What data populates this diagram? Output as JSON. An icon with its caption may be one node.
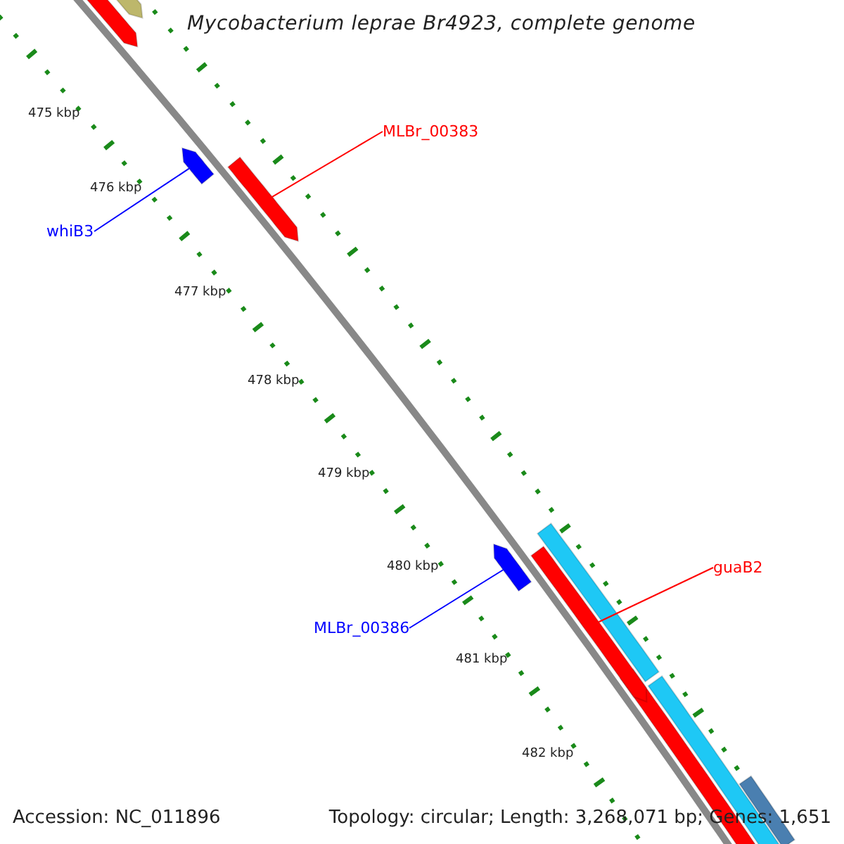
{
  "diagram": {
    "title": "Mycobacterium leprae Br4923, complete genome",
    "nodes": [
      {
        "text": [
          "MLBr_00383"
        ]
      },
      {
        "text": [],
        "shape": "arrow"
      },
      {
        "text": [
          "whiB3"
        ]
      },
      {
        "text": [],
        "shape": "arrow"
      },
      {
        "text": [
          "MLBr_00386"
        ]
      },
      {
        "text": [],
        "shape": "arrow"
      },
      {
        "text": [
          "guaB2"
        ]
      },
      {
        "text": [],
        "shape": "arrow"
      },
      {
        "text": [],
        "shape": "arrow"
      },
      {
        "text": [],
        "shape": "arrow"
      },
      {
        "text": [],
        "shape": "arrow"
      },
      {
        "text": [],
        "shape": "arrow"
      },
      {
        "text": [],
        "shape": "arrow"
      },
      {
        "text": [],
        "shape": "arrow"
      }
    ],
    "edges": [
      {
        "from": 0,
        "to": 1,
        "arrow": "none",
        "color": "#ff0000"
      },
      {
        "from": 2,
        "to": 3,
        "arrow": "none",
        "color": "#0000ff"
      },
      {
        "from": 4,
        "to": 5,
        "arrow": "none",
        "color": "#0000ff"
      },
      {
        "from": 6,
        "to": 7,
        "arrow": "none",
        "color": "#ff0000"
      }
    ],
    "labels": [
      "475 kbp",
      "476 kbp",
      "477 kbp",
      "478 kbp",
      "479 kbp",
      "480 kbp",
      "481 kbp",
      "482 kbp",
      "Accession: NC_011896",
      "Topology: circular; Length: 3,268,071 bp; Genes: 1,651"
    ]
  }
}
